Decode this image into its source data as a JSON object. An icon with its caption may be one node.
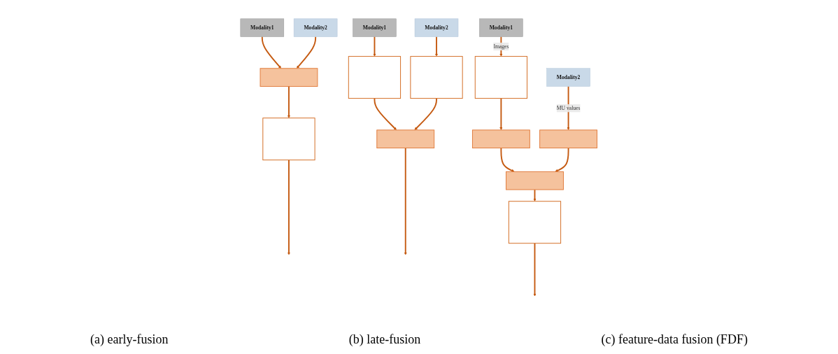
{
  "diagram": {
    "nodes": [
      {
        "text": [
          "Modality1"
        ]
      },
      {
        "text": [
          "Modality2"
        ]
      },
      {
        "text": [],
        "shape": "bar"
      },
      {
        "text": [],
        "shape": "box"
      },
      {
        "text": [
          "Modality1"
        ]
      },
      {
        "text": [
          "Modality2"
        ]
      },
      {
        "text": [],
        "shape": "box"
      },
      {
        "text": [],
        "shape": "box"
      },
      {
        "text": [],
        "shape": "bar"
      },
      {
        "text": [
          "Modality1"
        ]
      },
      {
        "text": [
          "Modality2"
        ]
      },
      {
        "text": [],
        "shape": "box"
      },
      {
        "text": [],
        "shape": "bar"
      },
      {
        "text": [],
        "shape": "bar"
      },
      {
        "text": [],
        "shape": "bar"
      },
      {
        "text": [],
        "shape": "box"
      }
    ],
    "edges": [
      {
        "from": 0,
        "to": 2,
        "arrow": "to"
      },
      {
        "from": 1,
        "to": 2,
        "arrow": "to"
      },
      {
        "from": 2,
        "to": 3,
        "arrow": "to"
      },
      {
        "from": 3,
        "to": null,
        "arrow": "to"
      },
      {
        "from": 4,
        "to": 6,
        "arrow": "to"
      },
      {
        "from": 5,
        "to": 7,
        "arrow": "to"
      },
      {
        "from": 6,
        "to": 8,
        "arrow": "to"
      },
      {
        "from": 7,
        "to": 8,
        "arrow": "to"
      },
      {
        "from": 8,
        "to": null,
        "arrow": "to"
      },
      {
        "from": 9,
        "to": 11,
        "label": "Images",
        "arrow": "to"
      },
      {
        "from": 11,
        "to": 12,
        "arrow": "to"
      },
      {
        "from": 10,
        "to": 13,
        "label": "MU values",
        "arrow": "to"
      },
      {
        "from": 12,
        "to": 14,
        "arrow": "to"
      },
      {
        "from": 13,
        "to": 14,
        "arrow": "to"
      },
      {
        "from": 14,
        "to": 15,
        "arrow": "to"
      },
      {
        "from": 15,
        "to": null,
        "arrow": "to"
      }
    ],
    "labels": [
      "(a) early-fusion",
      "(b) late-fusion",
      "(c) feature-data fusion (FDF)"
    ]
  }
}
